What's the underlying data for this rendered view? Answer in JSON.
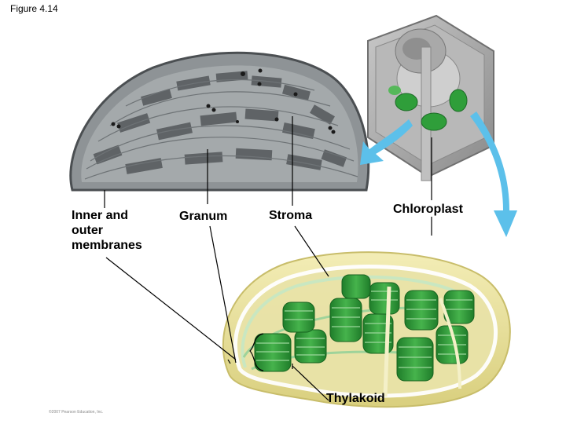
{
  "figure_label": "Figure 4.14",
  "labels": {
    "membranes_line1": "Inner and",
    "membranes_line2": "outer",
    "membranes_line3": "membranes",
    "granum": "Granum",
    "stroma": "Stroma",
    "chloroplast": "Chloroplast",
    "thylakoid": "Thylakoid"
  },
  "copyright": "©2007 Pearson Education, Inc.",
  "colors": {
    "micrograph_gray": "#8e9396",
    "chloroplast_green": "#2f9e3a",
    "envelope_yellow": "#efe7a2",
    "arrow_blue": "#5cc0ea",
    "cell_gray": "#9c9c9c"
  },
  "icons": [
    "micrograph-image",
    "plant-cell-illustration",
    "chloroplast-illustration",
    "magnify-arrow-icon"
  ]
}
